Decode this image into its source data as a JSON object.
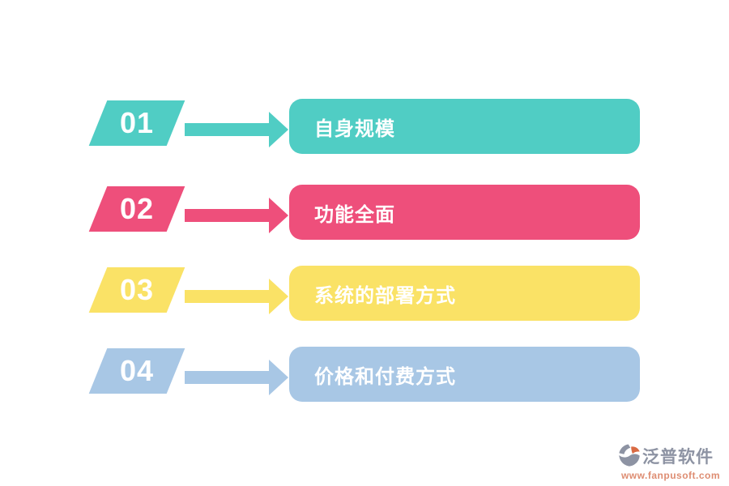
{
  "diagram": {
    "rows": [
      {
        "number": "01",
        "label": "自身规模",
        "color": "#50CDC4"
      },
      {
        "number": "02",
        "label": "功能全面",
        "color": "#EE4F7B"
      },
      {
        "number": "03",
        "label": "系统的部署方式",
        "color": "#FAE266"
      },
      {
        "number": "04",
        "label": "价格和付费方式",
        "color": "#A8C7E5"
      }
    ],
    "text_color": "#ffffff"
  },
  "footer": {
    "brand": "泛普软件",
    "website": "www.fanpusoft.com",
    "brand_color": "#8D93A3",
    "website_color": "#DE8D72",
    "logo_gray": "#8D93A3",
    "logo_orange": "#D96A43"
  }
}
